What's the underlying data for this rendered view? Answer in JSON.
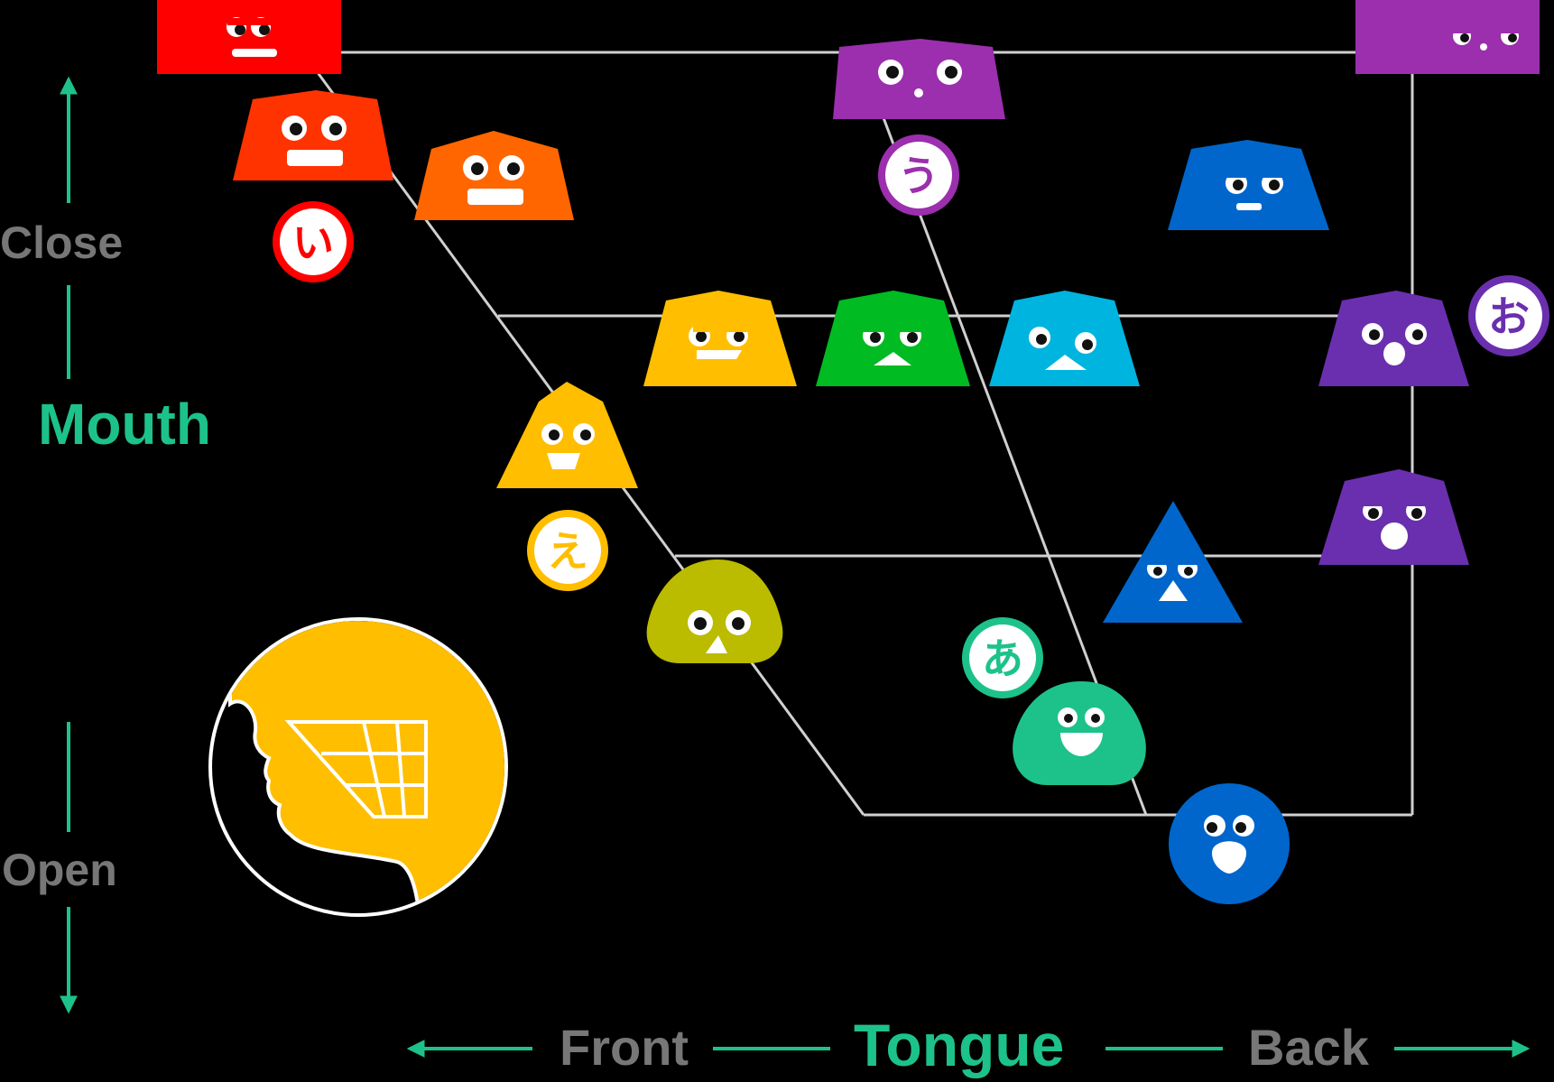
{
  "axes": {
    "vertical": {
      "name": "Mouth",
      "top_label": "Close",
      "bottom_label": "Open"
    },
    "horizontal": {
      "name": "Tongue",
      "left_label": "Front",
      "right_label": "Back"
    }
  },
  "kana_badges": [
    {
      "char": "い",
      "color": "#ff0000"
    },
    {
      "char": "う",
      "color": "#9b2fae"
    },
    {
      "char": "お",
      "color": "#6a2fae"
    },
    {
      "char": "え",
      "color": "#ffbe00"
    },
    {
      "char": "あ",
      "color": "#1dc28a"
    }
  ],
  "colors": {
    "background": "#000000",
    "accent_green": "#1dc28a",
    "axis_grey": "#777777",
    "grid_line": "#d0d0d0",
    "icon_yellow": "#ffbe00"
  },
  "characters": [
    {
      "name": "red-block-character",
      "color": "#ff0000"
    },
    {
      "name": "orange-red-character",
      "color": "#ff3300"
    },
    {
      "name": "orange-character",
      "color": "#ff6600"
    },
    {
      "name": "purple-top-character",
      "color": "#9b2fae"
    },
    {
      "name": "purple-corner-character",
      "color": "#9b2fae"
    },
    {
      "name": "blue-character",
      "color": "#0066cc"
    },
    {
      "name": "amber-character",
      "color": "#ffbe00"
    },
    {
      "name": "green-character",
      "color": "#00bb22"
    },
    {
      "name": "cyan-character",
      "color": "#00b4e0"
    },
    {
      "name": "violet-mid-character",
      "color": "#6a2fae"
    },
    {
      "name": "yellow-triangle-character",
      "color": "#ffbe00"
    },
    {
      "name": "violet-low-character",
      "color": "#6a2fae"
    },
    {
      "name": "blue-triangle-character",
      "color": "#0066cc"
    },
    {
      "name": "olive-character",
      "color": "#bbbb00"
    },
    {
      "name": "teal-character",
      "color": "#1dc28a"
    },
    {
      "name": "blue-ball-character",
      "color": "#0066cc"
    }
  ]
}
